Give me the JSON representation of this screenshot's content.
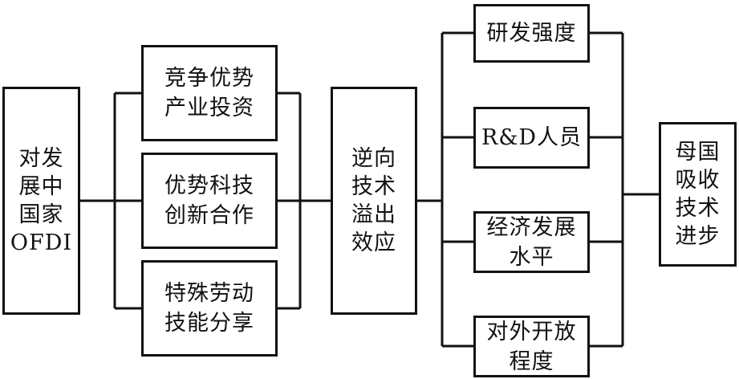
{
  "diagram": {
    "source": {
      "lines": [
        "对发",
        "展中",
        "国家",
        "OFDI"
      ]
    },
    "channels": [
      {
        "lines": [
          "竞争优势",
          "产业投资"
        ]
      },
      {
        "lines": [
          "优势科技",
          "创新合作"
        ]
      },
      {
        "lines": [
          "特殊劳动",
          "技能分享"
        ]
      }
    ],
    "effect": {
      "lines": [
        "逆向",
        "技术",
        "溢出",
        "效应"
      ]
    },
    "factors": [
      {
        "lines": [
          "研发强度"
        ]
      },
      {
        "lines": [
          "R&D人员"
        ]
      },
      {
        "lines": [
          "经济发展",
          "水平"
        ]
      },
      {
        "lines": [
          "对外开放",
          "程度"
        ]
      }
    ],
    "outcome": {
      "lines": [
        "母国",
        "吸收",
        "技术",
        "进步"
      ]
    }
  }
}
